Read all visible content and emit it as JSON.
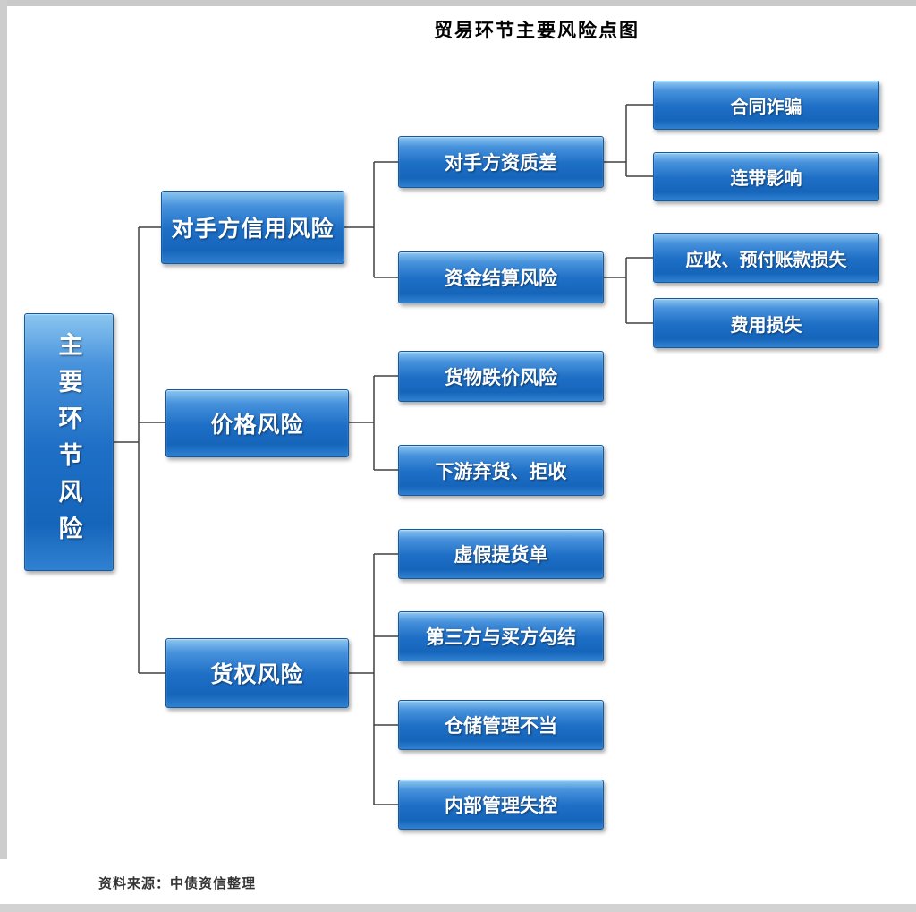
{
  "title": "贸易环节主要风险点图",
  "source": "资料来源：中债资信整理",
  "colors": {
    "node_fill_top": "#8cc6f0",
    "node_fill": "#1e6fc6",
    "node_border": "#15599f",
    "node_text": "#ffffff",
    "connector": "#404040",
    "title_text": "#000000"
  },
  "tree": {
    "root": {
      "label": "主要环节风险"
    },
    "branches": [
      {
        "label": "对手方信用风险",
        "children": [
          {
            "label": "对手方资质差",
            "children": [
              {
                "label": "合同诈骗"
              },
              {
                "label": "连带影响"
              }
            ]
          },
          {
            "label": "资金结算风险",
            "children": [
              {
                "label": "应收、预付账款损失"
              },
              {
                "label": "费用损失"
              }
            ]
          }
        ]
      },
      {
        "label": "价格风险",
        "children": [
          {
            "label": "货物跌价风险"
          },
          {
            "label": "下游弃货、拒收"
          }
        ]
      },
      {
        "label": "货权风险",
        "children": [
          {
            "label": "虚假提货单"
          },
          {
            "label": "第三方与买方勾结"
          },
          {
            "label": "仓储管理不当"
          },
          {
            "label": "内部管理失控"
          }
        ]
      }
    ]
  }
}
